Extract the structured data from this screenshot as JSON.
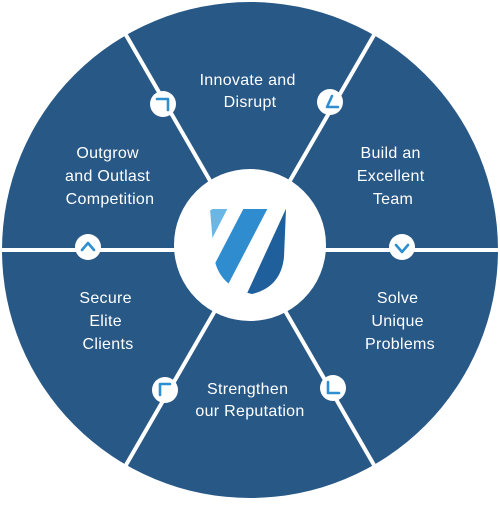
{
  "colors": {
    "wheel": "#285886",
    "divider": "#ffffff",
    "text": "#ffffff",
    "hub": "#ffffff",
    "arrow_fill": "#ffffff",
    "arrow_icon": "#2e8fd0",
    "shield_light": "#6ab7e6",
    "shield_mid": "#2f8ccf",
    "shield_dark": "#1f5f9c"
  },
  "hub": {
    "logo": "shield-icon"
  },
  "segments": [
    {
      "id": "innovate",
      "lines": [
        "Innovate and",
        "Disrupt"
      ]
    },
    {
      "id": "build-team",
      "lines": [
        "Build an",
        "Excellent",
        "Team"
      ]
    },
    {
      "id": "solve-problems",
      "lines": [
        "Solve",
        "Unique",
        "Problems"
      ]
    },
    {
      "id": "strengthen-reputation",
      "lines": [
        "Strengthen",
        "our Reputation"
      ]
    },
    {
      "id": "secure-clients",
      "lines": [
        "Secure",
        "Elite",
        "Clients"
      ]
    },
    {
      "id": "outgrow-competition",
      "lines": [
        "Outgrow",
        "and Outlast",
        "Competition"
      ]
    }
  ],
  "arrows": [
    {
      "id": "top-right",
      "icon": "chevron-down-left-icon"
    },
    {
      "id": "right",
      "icon": "chevron-down-icon"
    },
    {
      "id": "bottom-right",
      "icon": "chevron-down-left-icon"
    },
    {
      "id": "bottom-left",
      "icon": "chevron-up-left-icon"
    },
    {
      "id": "left",
      "icon": "chevron-up-icon"
    },
    {
      "id": "top-left",
      "icon": "chevron-up-right-icon"
    }
  ]
}
